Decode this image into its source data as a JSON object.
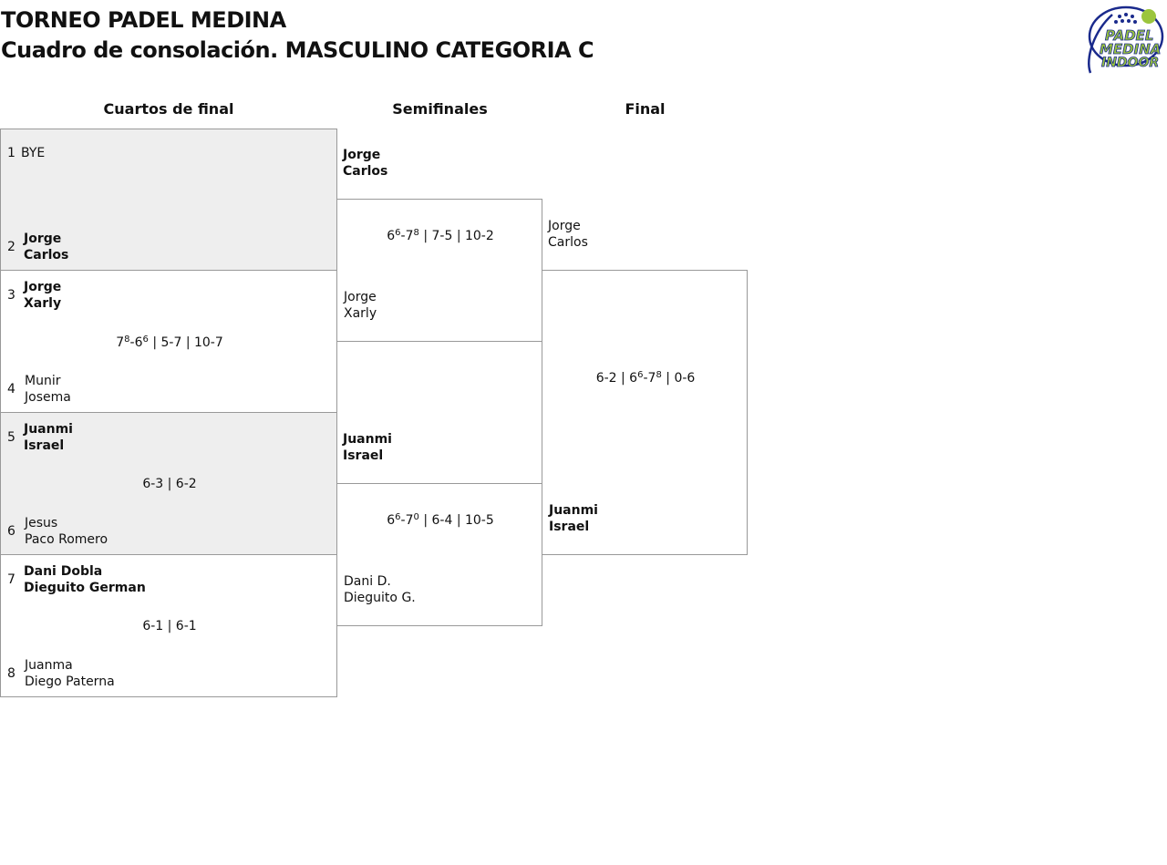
{
  "header": {
    "title": "TORNEO PADEL MEDINA",
    "subtitle": "Cuadro de consolación. MASCULINO CATEGORIA C",
    "logo_text": [
      "PADEL",
      "MEDINA",
      "INDOOR"
    ]
  },
  "rounds": {
    "quarters": "Cuartos de final",
    "semis": "Semifinales",
    "final": "Final"
  },
  "quarters": [
    {
      "seed_a": "1",
      "a": [
        "BYE"
      ],
      "seed_b": "2",
      "b": [
        "Jorge",
        "Carlos"
      ],
      "score": ""
    },
    {
      "seed_a": "3",
      "a": [
        "Jorge",
        "Xarly"
      ],
      "seed_b": "4",
      "b": [
        "Munir",
        "Josema"
      ],
      "score": [
        {
          "main": "7",
          "tb": "8"
        },
        {
          "text": "-"
        },
        {
          "main": "6",
          "tb": "6"
        },
        {
          "text": " | 5-7 | 10-7"
        }
      ]
    },
    {
      "seed_a": "5",
      "a": [
        "Juanmi",
        "Israel"
      ],
      "seed_b": "6",
      "b": [
        "Jesus",
        "Paco Romero"
      ],
      "score_text": "6-3 | 6-2"
    },
    {
      "seed_a": "7",
      "a": [
        "Dani Dobla",
        "Dieguito German"
      ],
      "seed_b": "8",
      "b": [
        "Juanma",
        "Diego Paterna"
      ],
      "score_text": "6-1 | 6-1"
    }
  ],
  "semis": [
    {
      "a": [
        "Jorge",
        "Carlos"
      ],
      "b": [
        "Jorge",
        "Xarly"
      ],
      "score": [
        {
          "main": "6",
          "tb": "6"
        },
        {
          "text": "-"
        },
        {
          "main": "7",
          "tb": "8"
        },
        {
          "text": " | 7-5 | 10-2"
        }
      ]
    },
    {
      "a": [
        "Juanmi",
        "Israel"
      ],
      "b": [
        "Dani D.",
        "Dieguito G."
      ],
      "score": [
        {
          "main": "6",
          "tb": "6"
        },
        {
          "text": "-"
        },
        {
          "main": "7",
          "tb": "0"
        },
        {
          "text": " | 6-4 | 10-5"
        }
      ]
    }
  ],
  "final": {
    "a": [
      "Jorge",
      "Carlos"
    ],
    "b": [
      "Juanmi",
      "Israel"
    ],
    "score": [
      {
        "text": "6-2 | "
      },
      {
        "main": "6",
        "tb": "6"
      },
      {
        "text": "-"
      },
      {
        "main": "7",
        "tb": "8"
      },
      {
        "text": " | 0-6"
      }
    ]
  },
  "colors": {
    "shaded_row": "#eeeeee",
    "border": "#999999",
    "logo_blue": "#1a2a8c",
    "logo_green": "#9bc53d"
  }
}
